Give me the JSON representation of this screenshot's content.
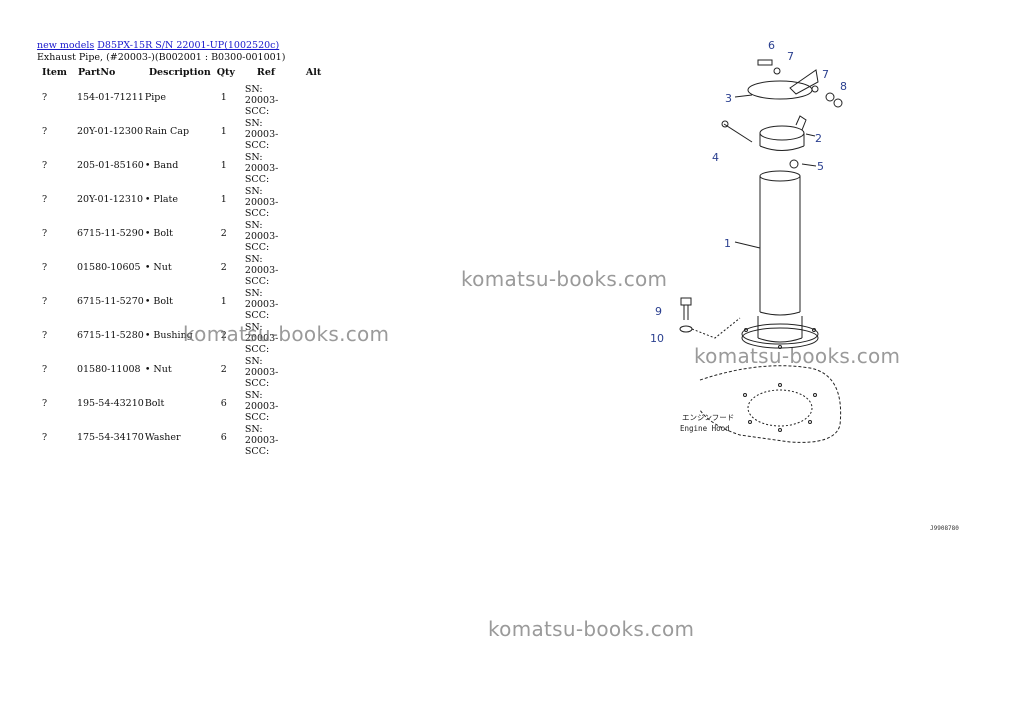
{
  "breadcrumb": {
    "link1": "new models",
    "link2": "D85PX-15R S/N 22001-UP(1002520c)"
  },
  "subtitle": "Exhaust Pipe, (#20003-)(B002001 : B0300-001001)",
  "table": {
    "headers": [
      "Item",
      "PartNo",
      "Description",
      "Qty",
      "Ref",
      "Alt"
    ],
    "rows": [
      {
        "item": "?",
        "partno": "154-01-71211",
        "desc": "Pipe",
        "qty": "1",
        "ref": "SN: 20003-SCC:"
      },
      {
        "item": "?",
        "partno": "20Y-01-12300",
        "desc": "Rain Cap",
        "qty": "1",
        "ref": "SN: 20003-SCC:"
      },
      {
        "item": "?",
        "partno": "205-01-85160",
        "desc": "• Band",
        "qty": "1",
        "ref": "SN: 20003-SCC:"
      },
      {
        "item": "?",
        "partno": "20Y-01-12310",
        "desc": "• Plate",
        "qty": "1",
        "ref": "SN: 20003-SCC:"
      },
      {
        "item": "?",
        "partno": "6715-11-5290",
        "desc": "• Bolt",
        "qty": "2",
        "ref": "SN: 20003-SCC:"
      },
      {
        "item": "?",
        "partno": "01580-10605",
        "desc": " • Nut",
        "qty": "2",
        "ref": "SN: 20003-SCC:"
      },
      {
        "item": "?",
        "partno": "6715-11-5270",
        "desc": "• Bolt",
        "qty": "1",
        "ref": "SN: 20003-SCC:"
      },
      {
        "item": "?",
        "partno": "6715-11-5280",
        "desc": "• Bushing",
        "qty": "2",
        "ref": "SN: 20003-SCC:"
      },
      {
        "item": "?",
        "partno": "01580-11008",
        "desc": " • Nut",
        "qty": "2",
        "ref": "SN: 20003-SCC:"
      },
      {
        "item": "?",
        "partno": "195-54-43210",
        "desc": "Bolt",
        "qty": "6",
        "ref": "SN: 20003-SCC:"
      },
      {
        "item": "?",
        "partno": "175-54-34170",
        "desc": "Washer",
        "qty": "6",
        "ref": "SN: 20003-SCC:"
      }
    ]
  },
  "watermark": "komatsu-books.com",
  "diagram": {
    "callouts": [
      "1",
      "2",
      "3",
      "4",
      "5",
      "6",
      "7",
      "7",
      "8",
      "9",
      "10"
    ],
    "callout_color": "#2a3f8f",
    "hood_label_jp": "エンジンフード",
    "hood_label_en": "Engine Hood"
  },
  "ref_code": "J9908780"
}
